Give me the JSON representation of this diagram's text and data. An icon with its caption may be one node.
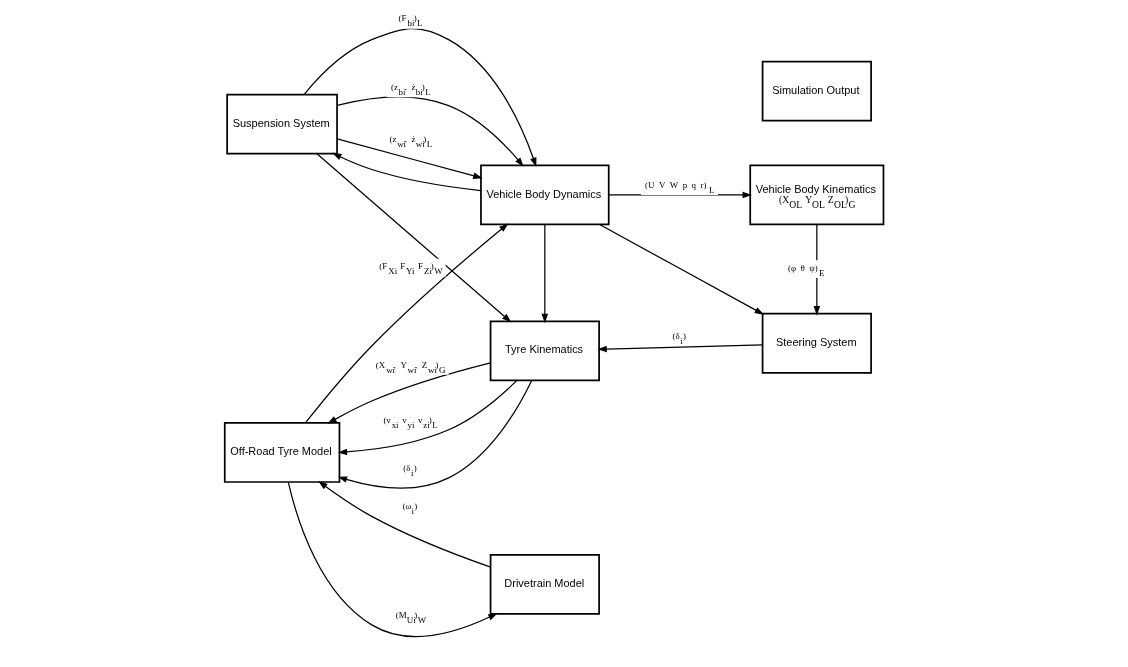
{
  "diagram": {
    "nodes": [
      {
        "text": [
          "Suspension System"
        ]
      },
      {
        "text": [
          "Vehicle Body Dynamics"
        ]
      },
      {
        "text": [
          "Vehicle Body Kinematics",
          "(X$_{OL}$ Y$_{OL}$ Z$_{OL}$)$_{G}$"
        ]
      },
      {
        "text": [
          "Off-Road Tyre Model"
        ]
      },
      {
        "text": [
          "Tyre Kinematics"
        ]
      },
      {
        "text": [
          "Steering System"
        ]
      },
      {
        "text": [
          "Drivetrain Model"
        ]
      },
      {
        "text": [
          "Simulation Output"
        ]
      }
    ],
    "edges": [
      {
        "from": 0,
        "to": 1,
        "arrow": "to",
        "label": "(F$_{bi}$)$_{L}$"
      },
      {
        "from": 0,
        "to": 1,
        "arrow": "to",
        "label": "(z$_{bi}$, ż$_{bi}$)$_{L}$"
      },
      {
        "from": 0,
        "to": 1,
        "arrow": "to",
        "label": "(z$_{wi}$, ż$_{wi}$)$_{L}$"
      },
      {
        "from": 0,
        "to": 4,
        "arrow": "to"
      },
      {
        "from": 3,
        "to": 1,
        "arrow": "to",
        "label": "(F$_{Xi}$ F$_{Yi}$ F$_{Zi}$)$_{W}$"
      },
      {
        "from": 1,
        "to": 2,
        "arrow": "to",
        "label": "(U V W p q r)$_{L}$"
      },
      {
        "from": 1,
        "to": 0,
        "arrow": "to"
      },
      {
        "from": 1,
        "to": 5,
        "arrow": "to"
      },
      {
        "from": 1,
        "to": 4,
        "arrow": "to"
      },
      {
        "from": 2,
        "to": 5,
        "arrow": "to",
        "label": "(φ θ ψ)$_{E}$"
      },
      {
        "from": 4,
        "to": 3,
        "arrow": "to",
        "label": "(X$_{wi}$, Y$_{wi}$, Z$_{wi}$)$_{G}$"
      },
      {
        "from": 4,
        "to": 3,
        "arrow": "to",
        "label": "(v$_{xi}$ v$_{yi}$ v$_{zi}$)$_{L}$"
      },
      {
        "from": 4,
        "to": 3,
        "arrow": "to",
        "label": "(δ$_{i}$)"
      },
      {
        "from": 5,
        "to": 4,
        "arrow": "to",
        "label": "(δ$_{i}$)"
      },
      {
        "from": 3,
        "to": 6,
        "arrow": "to",
        "label": "(M$_{Ui}$)$_{W}$"
      },
      {
        "from": 6,
        "to": 3,
        "arrow": "to",
        "label": "(ω$_{i}$)"
      }
    ]
  }
}
